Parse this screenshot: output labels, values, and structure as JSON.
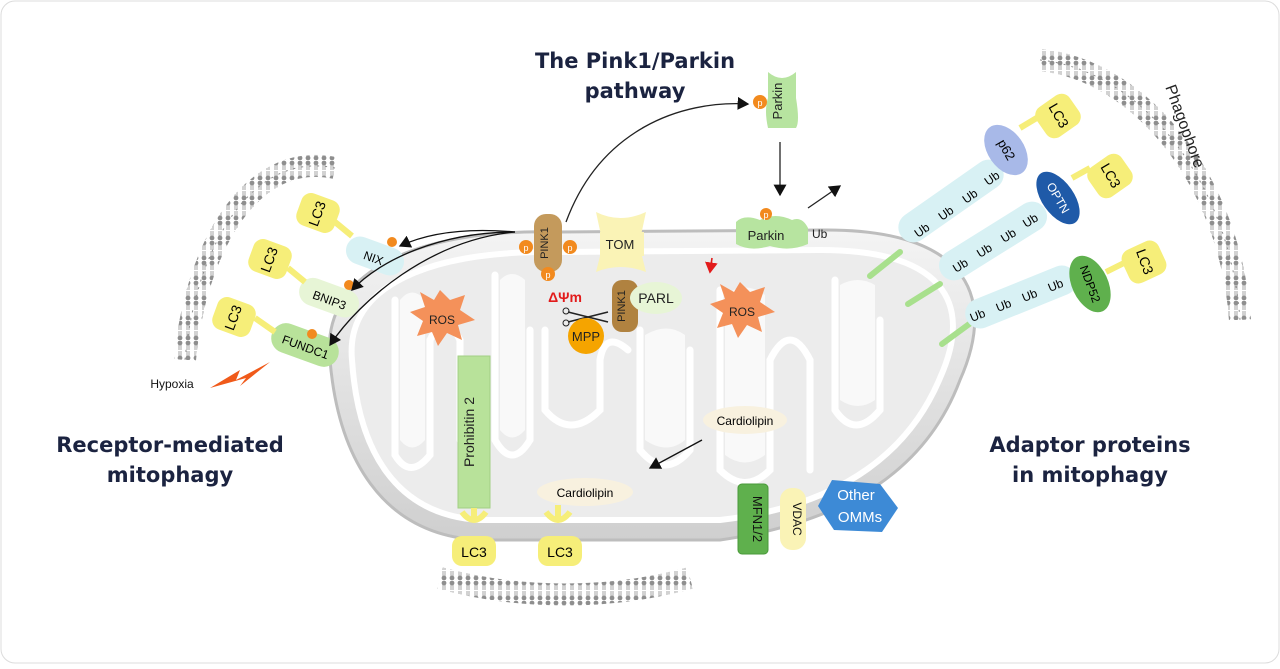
{
  "headings": {
    "pink_parkin_line1": "The Pink1/Parkin",
    "pink_parkin_line2": "pathway",
    "receptor_line1": "Receptor-mediated",
    "receptor_line2": "mitophagy",
    "adaptor_line1": "Adaptor proteins",
    "adaptor_line2": "in mitophagy",
    "phagophore": "Phagophore"
  },
  "labels": {
    "lc3": "LC3",
    "nix": "NIX",
    "bnip3": "BNIP3",
    "fundc1": "FUNDC1",
    "hypoxia": "Hypoxia",
    "ros": "ROS",
    "prohibitin": "Prohibitin 2",
    "cardiolipin": "Cardiolipin",
    "pink1": "PINK1",
    "tom": "TOM",
    "parl": "PARL",
    "mpp": "MPP",
    "delta_psi": "ΔΨm",
    "parkin": "Parkin",
    "ub": "Ub",
    "p": "p",
    "p62": "p62",
    "optn": "OPTN",
    "ndp52": "NDP52",
    "mfn": "MFN1/2",
    "vdac": "VDAC",
    "other_omms_line1": "Other",
    "other_omms_line2": "OMMs"
  },
  "colors": {
    "lc3_fill": "#f6ee79",
    "green_fill": "#b8e29a",
    "pink1_fill": "#c49a5c",
    "parkin_fill": "#b7e4a0",
    "ros_fill": "#f4915a",
    "mpp_fill": "#f5a400",
    "phospho": "#f28a1e",
    "ub_chain": "#d8f1f4",
    "p62_fill": "#a8b9e8",
    "optn_fill": "#1f5aa8",
    "ndp52_fill": "#5fb04d",
    "other_omms_fill": "#3d8ad6",
    "heading": "#1b2340"
  }
}
